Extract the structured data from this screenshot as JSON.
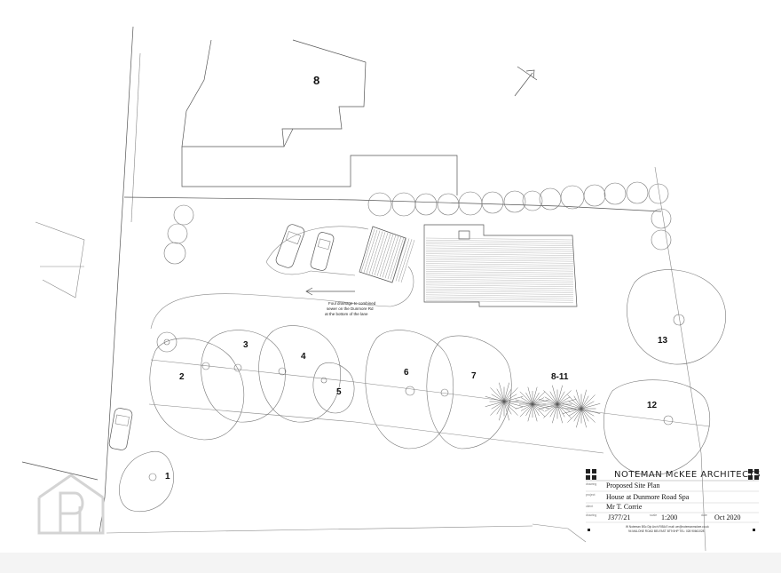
{
  "plot_labels": {
    "house_8": "8",
    "tree_1": "1",
    "tree_2": "2",
    "tree_3": "3",
    "tree_4": "4",
    "tree_5": "5",
    "tree_6": "6",
    "tree_7": "7",
    "trees_8_11": "8-11",
    "tree_12": "12",
    "tree_13": "13"
  },
  "drainage_note": {
    "line1": "Foul drainage to combined",
    "line2": "sewer on the Dunmore Rd",
    "line3": "at the bottom of the lane"
  },
  "title_block": {
    "firm": "NOTEMAN McKEE ARCHITECTS",
    "drawing_caption": "drawing",
    "drawing": "Proposed Site Plan",
    "project_caption": "project",
    "project": "House at Dunmore Road Spa",
    "client_caption": "client",
    "client": "Mr T. Corrie",
    "number_caption": "drawing",
    "number": "J377/21",
    "scale_caption": "scale",
    "scale": "1:200",
    "date_caption": "date",
    "date": "Oct 2020",
    "footer1": "W Noteman BSc Dip Arch RIBA          E mail: wn@notemanmckee.co.uk",
    "footer2": "94 MALONE ROAD BELFAST BT9 5HP  TEL: 028 90661028"
  },
  "watermark": "P",
  "colors": {
    "line": "#555555",
    "tree": "#777777",
    "watermark": "#d8d8d8",
    "band": "#f4f4f4"
  }
}
